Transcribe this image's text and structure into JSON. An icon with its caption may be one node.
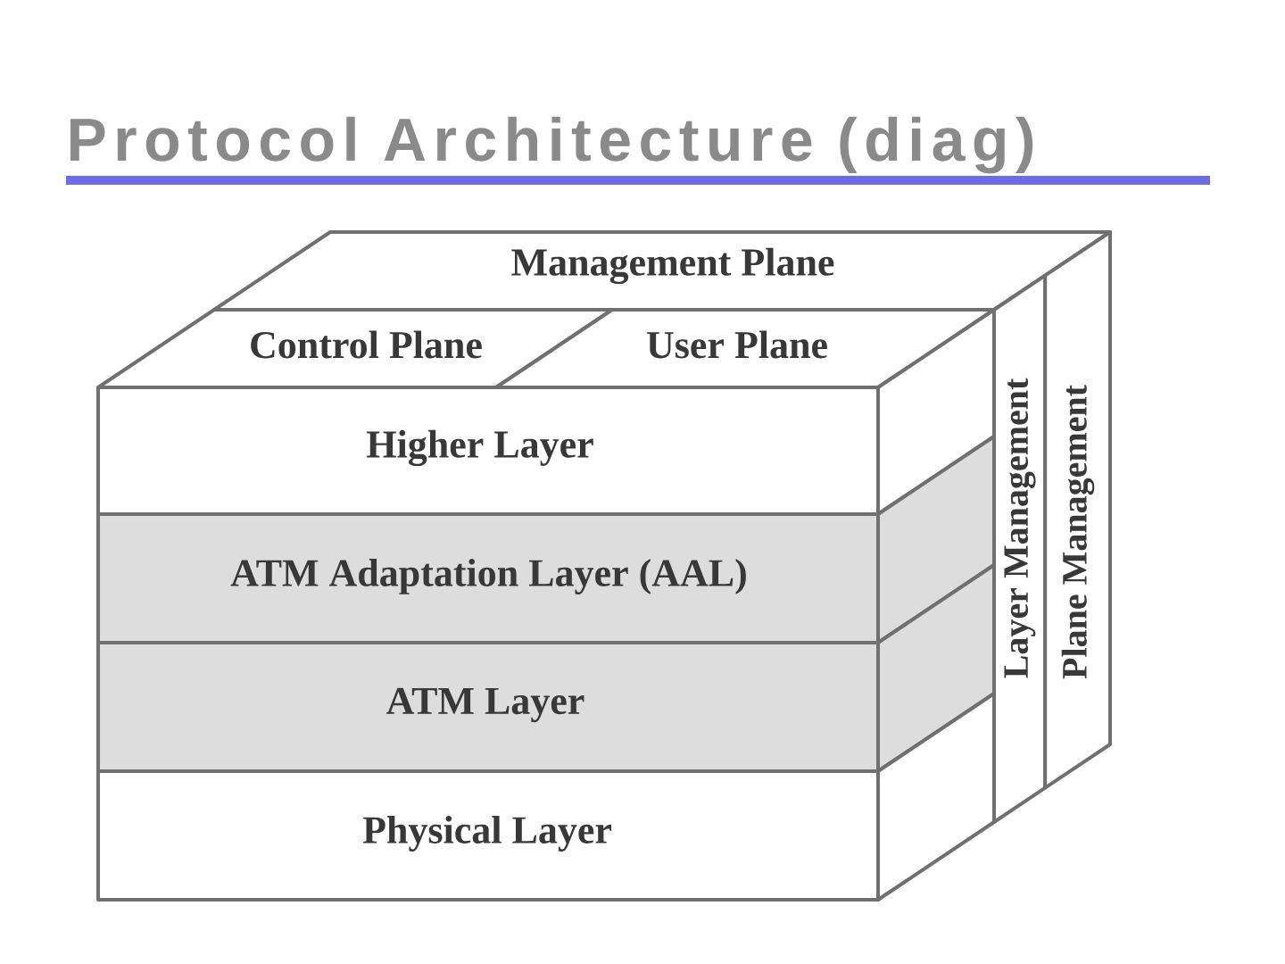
{
  "diagram": {
    "title": "Protocol Architecture (diag)",
    "nodes": [
      {
        "text": [
          "Management Plane"
        ]
      },
      {
        "text": [
          "Control Plane"
        ]
      },
      {
        "text": [
          "User Plane"
        ]
      },
      {
        "text": [
          "Higher Layer"
        ]
      },
      {
        "text": [
          "ATM Adaptation Layer (AAL)"
        ]
      },
      {
        "text": [
          "ATM Layer"
        ]
      },
      {
        "text": [
          "Physical Layer"
        ]
      },
      {
        "text": [
          "Layer Management"
        ]
      },
      {
        "text": [
          "Plane Management"
        ]
      }
    ]
  }
}
